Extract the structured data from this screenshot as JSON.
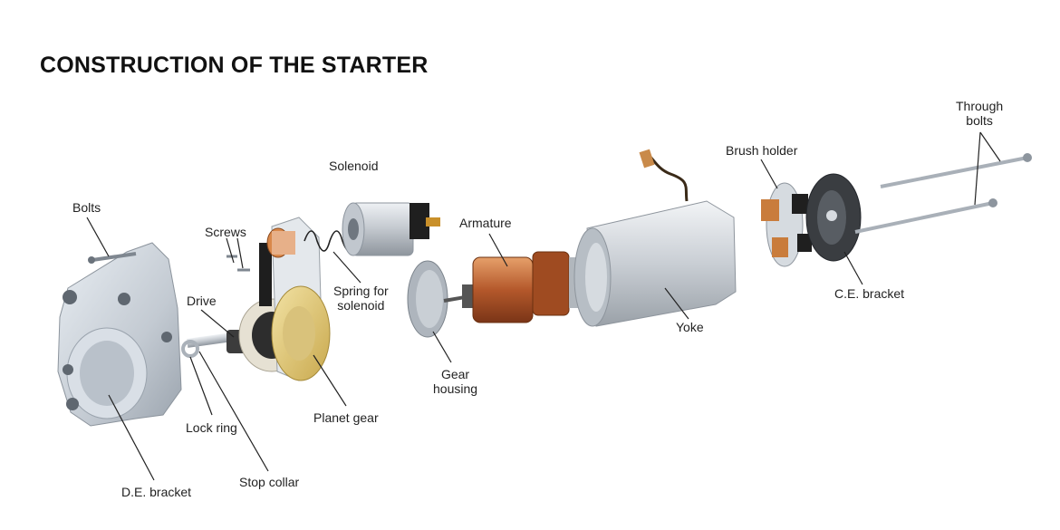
{
  "title": "CONSTRUCTION OF THE STARTER",
  "labels": {
    "bolts": "Bolts",
    "screws": "Screws",
    "drive": "Drive",
    "solenoid": "Solenoid",
    "spring_for_solenoid": "Spring for\nsolenoid",
    "armature": "Armature",
    "gear_housing": "Gear\nhousing",
    "yoke": "Yoke",
    "brush_holder": "Brush holder",
    "through_bolts": "Through\nbolts",
    "ce_bracket": "C.E. bracket",
    "lock_ring": "Lock ring",
    "planet_gear": "Planet gear",
    "stop_collar": "Stop collar",
    "de_bracket": "D.E. bracket"
  }
}
